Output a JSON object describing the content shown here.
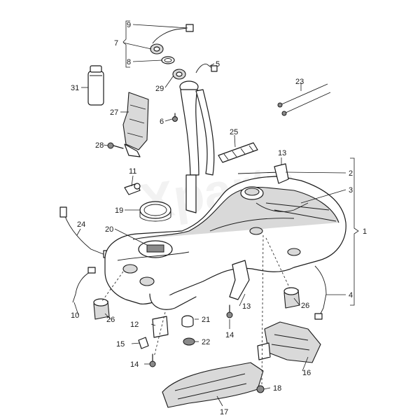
{
  "diagram": {
    "watermark": "Xparts",
    "callouts": [
      {
        "id": "c1",
        "label": "1"
      },
      {
        "id": "c2",
        "label": "2"
      },
      {
        "id": "c3",
        "label": "3"
      },
      {
        "id": "c4",
        "label": "4"
      },
      {
        "id": "c5",
        "label": "5"
      },
      {
        "id": "c6",
        "label": "6"
      },
      {
        "id": "c7",
        "label": "7"
      },
      {
        "id": "c8",
        "label": "8"
      },
      {
        "id": "c9",
        "label": "9"
      },
      {
        "id": "c10",
        "label": "10"
      },
      {
        "id": "c11",
        "label": "11"
      },
      {
        "id": "c12",
        "label": "12"
      },
      {
        "id": "c13a",
        "label": "13"
      },
      {
        "id": "c13b",
        "label": "13"
      },
      {
        "id": "c14a",
        "label": "14"
      },
      {
        "id": "c14b",
        "label": "14"
      },
      {
        "id": "c15",
        "label": "15"
      },
      {
        "id": "c16",
        "label": "16"
      },
      {
        "id": "c17",
        "label": "17"
      },
      {
        "id": "c18",
        "label": "18"
      },
      {
        "id": "c19",
        "label": "19"
      },
      {
        "id": "c20",
        "label": "20"
      },
      {
        "id": "c21",
        "label": "21"
      },
      {
        "id": "c22",
        "label": "22"
      },
      {
        "id": "c23",
        "label": "23"
      },
      {
        "id": "c24",
        "label": "24"
      },
      {
        "id": "c25",
        "label": "25"
      },
      {
        "id": "c26a",
        "label": "26"
      },
      {
        "id": "c26b",
        "label": "26"
      },
      {
        "id": "c27",
        "label": "27"
      },
      {
        "id": "c28",
        "label": "28"
      },
      {
        "id": "c29",
        "label": "29"
      },
      {
        "id": "c31",
        "label": "31"
      }
    ]
  }
}
